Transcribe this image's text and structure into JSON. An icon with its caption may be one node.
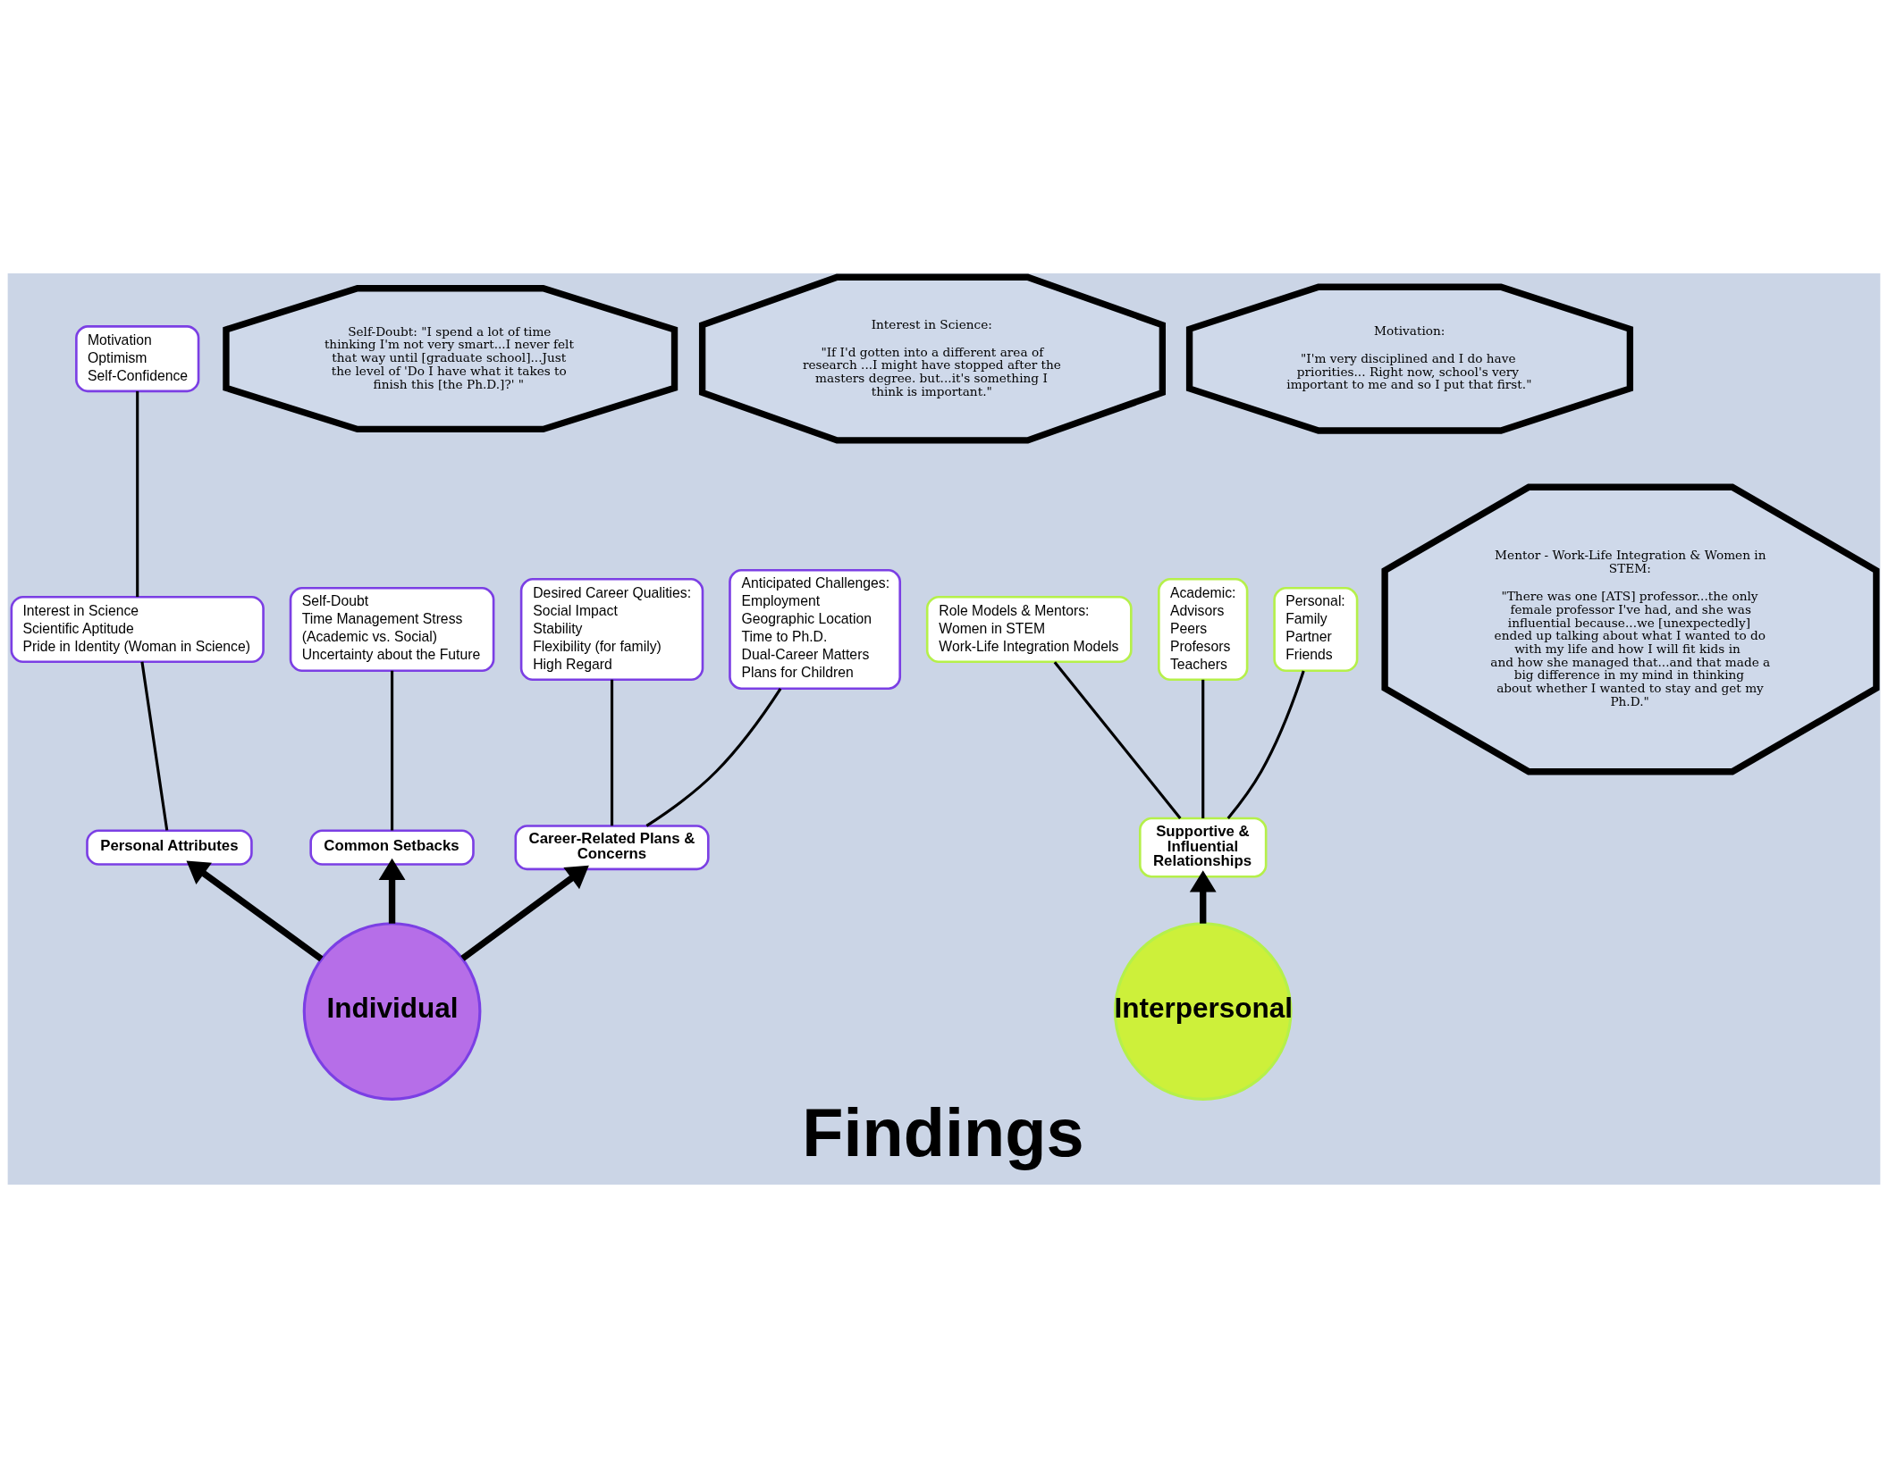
{
  "diagram": {
    "title": "Findings",
    "nodes": [
      {
        "text": [
          "Individual"
        ]
      },
      {
        "text": [
          "Interpersonal"
        ]
      },
      {
        "text": [
          "Personal Attributes"
        ]
      },
      {
        "text": [
          "Interest in Science",
          "Scientific Aptitude",
          "Pride in Identity (Woman in Science)"
        ]
      },
      {
        "text": [
          "Motivation",
          "Optimism",
          "Self-Confidence"
        ]
      },
      {
        "text": [
          "Common Setbacks"
        ]
      },
      {
        "text": [
          "Self-Doubt",
          "Time Management Stress",
          "(Academic vs. Social)",
          "Uncertainty about the Future"
        ]
      },
      {
        "text": [
          "Career-Related Plans & Concerns"
        ]
      },
      {
        "text": [
          "Desired Career Qualities:",
          "Social Impact",
          "Stability",
          "Flexibility (for family)",
          "High Regard"
        ]
      },
      {
        "text": [
          "Anticipated Challenges:",
          "Employment",
          "Geographic Location",
          "Time to Ph.D.",
          "Dual-Career Matters",
          "Plans for Children"
        ]
      },
      {
        "text": [
          "Supportive & Influential Relationships"
        ]
      },
      {
        "text": [
          "Role Models & Mentors:",
          "Women in STEM",
          "Work-Life Integration Models"
        ]
      },
      {
        "text": [
          "Academic:",
          "Advisors",
          "Peers",
          "Profesors",
          "Teachers"
        ]
      },
      {
        "text": [
          "Personal:",
          "Family",
          "Partner",
          "Friends"
        ]
      },
      {
        "text": [
          "Self-Doubt: \"I spend a lot of time thinking I'm not very smart...I never felt that way until [graduate school]...Just the level of 'Do I have what it takes to finish this [the Ph.D.]?' \""
        ]
      },
      {
        "text": [
          "Interest in Science:",
          "\"If I'd gotten into a different area of research ...I might have stopped after the masters degree. but...it's something I think is important.\""
        ]
      },
      {
        "text": [
          "Motivation:",
          "\"I'm very disciplined and I do have priorities... Right now, school's very important to me and so I put that first.\""
        ]
      },
      {
        "text": [
          "Mentor - Work-Life Integration & Women in STEM:",
          "\"There was one [ATS] professor...the only female professor I've had, and she was influential because...we [unexpectedly] ended up talking about what I wanted to do with my life and how I will fit kids in and how she managed that...and that made a big difference in my mind in thinking about whether I wanted to stay and get my Ph.D.\""
        ]
      }
    ],
    "edges": [
      {
        "from": 0,
        "to": 2,
        "arrow": "to",
        "style": "thick"
      },
      {
        "from": 0,
        "to": 5,
        "arrow": "to",
        "style": "thick"
      },
      {
        "from": 0,
        "to": 7,
        "arrow": "to",
        "style": "thick"
      },
      {
        "from": 1,
        "to": 10,
        "arrow": "to",
        "style": "thick"
      },
      {
        "from": 2,
        "to": 3,
        "arrow": "none"
      },
      {
        "from": 3,
        "to": 4,
        "arrow": "none"
      },
      {
        "from": 5,
        "to": 6,
        "arrow": "none"
      },
      {
        "from": 7,
        "to": 8,
        "arrow": "none"
      },
      {
        "from": 7,
        "to": 9,
        "arrow": "none"
      },
      {
        "from": 10,
        "to": 11,
        "arrow": "none"
      },
      {
        "from": 10,
        "to": 12,
        "arrow": "none"
      },
      {
        "from": 10,
        "to": 13,
        "arrow": "none"
      }
    ]
  }
}
